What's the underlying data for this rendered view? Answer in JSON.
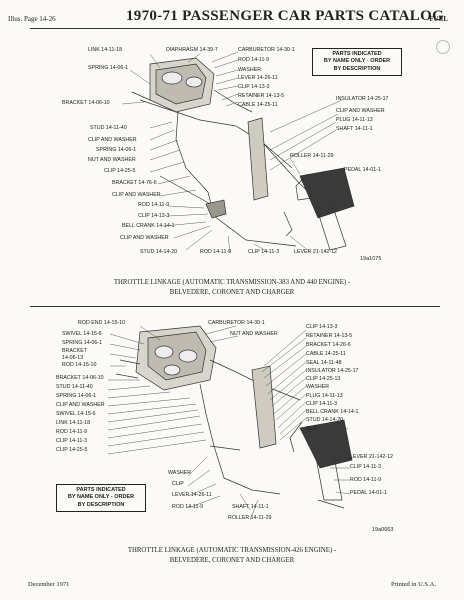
{
  "header": {
    "illus": "Illus. Page 14-26",
    "title": "1970-71 PASSENGER CAR PARTS CATALOG",
    "section": "FUEL"
  },
  "figure1": {
    "labels": {
      "link": "LINK 14-11-18",
      "diaphragm": "DIAPHRAGM 14-39-7",
      "carburetor": "CARBURETOR 14-30-1",
      "rod1": "ROD 14-11-9",
      "spring": "SPRING 14-06-1",
      "washer": "WASHER",
      "lever": "LEVER 14-26-11",
      "clip1": "CLIP 14-13-3",
      "retainer": "RETAINER 14-13-5",
      "cable": "CABLE 14-25-11",
      "bracket_left": "BRACKET 14-06-10",
      "insulator": "INSULATOR 14-25-17",
      "clip_and_washer_r": "CLIP AND WASHER",
      "plug": "PLUG 14-11-13",
      "shaft": "SHAFT 14-11-1",
      "stud1": "STUD 14-11-40",
      "clip_and_washer_1": "CLIP AND WASHER",
      "spring2": "SPRING 14-06-1",
      "nut_and_washer": "NUT AND WASHER",
      "clip2": "CLIP 14-25-5",
      "roller": "ROLLER 14-11-29",
      "bracket2": "BRACKET 14-76-6",
      "pedal": "PEDAL 14-01-1",
      "clip_and_washer_2": "CLIP AND WASHER",
      "rod2": "ROD 14-11-9",
      "clip3": "CLIP 14-13-3",
      "bell_crank": "BELL CRANK 14-14-1",
      "clip_and_washer_3": "CLIP AND WASHER",
      "stud2": "STUD 14-14-20",
      "rod3": "ROD 14-11-9",
      "clip4": "CLIP 14-11-3",
      "lever2": "LEVER 21-142-12"
    },
    "box": [
      "PARTS INDICATED",
      "BY NAME ONLY - ORDER",
      "BY DESCRIPTION"
    ],
    "fig_number": "19a1075",
    "caption": [
      "THROTTLE LINKAGE (AUTOMATIC TRANSMISSION-383 AND 440 ENGINE) -",
      "BELVEDERE, CORONET AND CHARGER"
    ]
  },
  "figure2": {
    "labels": {
      "rod_end": "ROD END 14-15-10",
      "carburetor": "CARBURETOR 14-30-1",
      "clip1": "CLIP 14-13-3",
      "swivel1": "SWIVEL 14-15-6",
      "nut_and_washer": "NUT AND WASHER",
      "retainer": "RETAINER 14-13-5",
      "spring1": "SPRING 14-06-1",
      "bracket_top": "BRACKET 14-26-6",
      "bracket_l1": "BRACKET",
      "bracket_l2": "14-06-13",
      "cable": "CABLE 14-25-11",
      "rod1": "ROD 14-15-10",
      "seal": "SEAL 14-11-48",
      "insulator": "INSULATOR 14-25-17",
      "bracket2": "BRACKET 14-06-10",
      "clip2": "CLIP 14-25-13",
      "stud": "STUD 14-11-40",
      "washer1": "WASHER",
      "spring2": "SPRING 14-06-1",
      "plug": "PLUG 14-11-13",
      "clip_and_washer": "CLIP AND WASHER",
      "clip3": "CLIP 14-11-3",
      "swivel2": "SWIVEL 14-15-6",
      "bell_crank": "BELL CRANK 14-14-1",
      "link": "LINK 14-11-18",
      "stud2": "STUD 14-14-20",
      "rod2": "ROD 14-11-9",
      "clip4": "CLIP",
      "clip5": "CLIP 14-11-3",
      "clip6": "CLIP 14-25-5",
      "lever": "LEVER 21-142-12",
      "clip7": "CLIP 14-11-3",
      "washer2": "WASHER",
      "clip8": "CLIP",
      "rod3": "ROD 14-11-9",
      "lever2": "LEVER 14-26-11",
      "rod4": "ROD 14-11-9",
      "pedal": "PEDAL 14-01-1",
      "shaft": "SHAFT 14-11-1",
      "roller": "ROLLER 14-11-29"
    },
    "box": [
      "PARTS INDICATED",
      "BY NAME ONLY - ORDER",
      "BY DESCRIPTION"
    ],
    "fig_number": "19a0663",
    "caption": [
      "THROTTLE LINKAGE (AUTOMATIC TRANSMISSION-426 ENGINE) -",
      "BELVEDERE, CORONET AND CHARGER"
    ]
  },
  "footer": {
    "date": "December 1971",
    "printed": "Printed in U.S.A."
  }
}
